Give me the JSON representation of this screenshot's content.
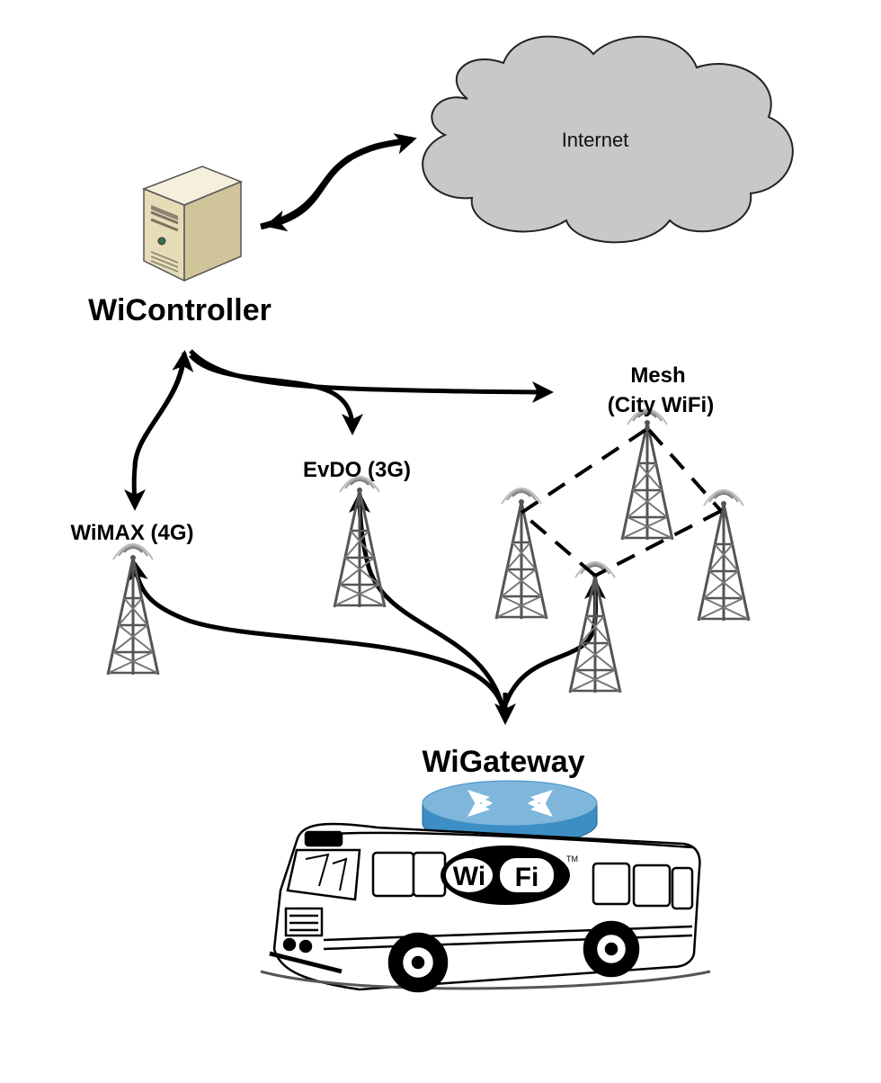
{
  "cloud": {
    "label": "Internet"
  },
  "server": {
    "label": "WiController"
  },
  "networks": {
    "wimax": "WiMAX (4G)",
    "evdo": "EvDO (3G)",
    "mesh_line1": "Mesh",
    "mesh_line2": "(City WiFi)"
  },
  "gateway": {
    "label": "WiGateway"
  },
  "bus": {
    "logo_left": "Wi",
    "logo_right": "Fi",
    "logo_tm": "TM"
  },
  "colors": {
    "cloud_fill": "#c8c8c8",
    "server_body": "#ece4c6",
    "router_top": "#7fb6db",
    "router_side": "#3d8ec4",
    "tower": "#555555"
  }
}
